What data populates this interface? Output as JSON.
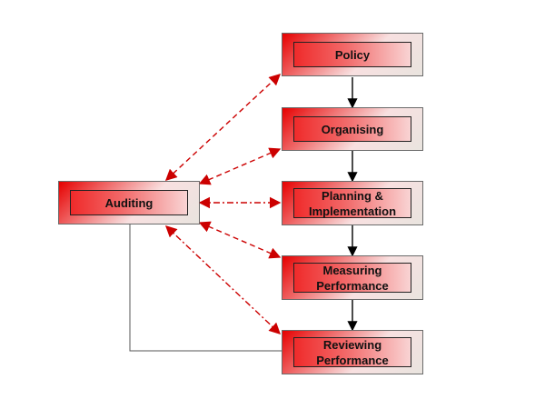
{
  "nodes": {
    "policy": "Policy",
    "organising": "Organising",
    "planning": "Planning &\nImplementation",
    "measuring": "Measuring\nPerformance",
    "reviewing": "Reviewing\nPerformance",
    "auditing": "Auditing"
  },
  "colors": {
    "accent": "#e60000",
    "flow_arrow": "#000000",
    "audit_link": "#cc0000",
    "feedback_line": "#555555"
  }
}
